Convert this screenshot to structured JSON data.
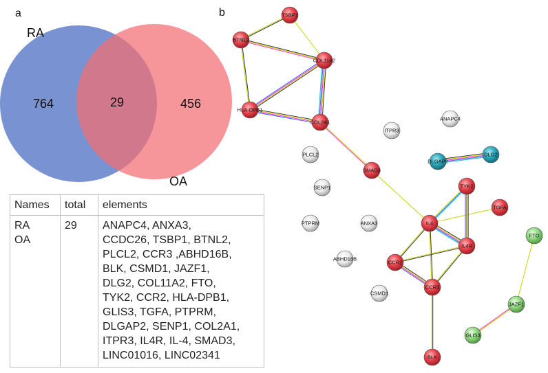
{
  "panels": {
    "left": "a",
    "right": "b"
  },
  "venn": {
    "set_a": {
      "label": "RA",
      "count": "764",
      "color": "#6a86cc"
    },
    "set_b": {
      "label": "OA",
      "count": "456",
      "color": "#f36d73"
    },
    "intersection": {
      "count": "29",
      "color": "#b8496a"
    }
  },
  "table": {
    "headers": [
      "Names",
      "total",
      "elements"
    ],
    "row": {
      "names": [
        "RA",
        "OA"
      ],
      "total": "29",
      "element_lines": [
        "ANAPC4, ANXA3,",
        "CCDC26, TSBP1, BTNL2,",
        "PLCL2, CCR3 ,ABHD16B,",
        "BLK, CSMD1, JAZF1,",
        "DLG2, COL11A2, FTO,",
        "TYK2, CCR2, HLA-DPB1,",
        "GLIS3, TGFA, PTPRM,",
        "DLGAP2, SENP1, COL2A1,",
        "ITPR3, IL4R, IL-4, SMAD3,",
        "LINC01016, LINC02341"
      ]
    }
  },
  "network": {
    "colors": {
      "red": "#e4404a",
      "white": "#e8e8e8",
      "teal": "#2aa5b8",
      "green": "#8fd47f"
    },
    "nodes": [
      {
        "id": "TSBP1",
        "color": "red"
      },
      {
        "id": "BTNL2",
        "color": "red"
      },
      {
        "id": "COL11A2",
        "color": "red"
      },
      {
        "id": "HLA-DPB1",
        "color": "red"
      },
      {
        "id": "COL2A1",
        "color": "red"
      },
      {
        "id": "ITPR3",
        "color": "white"
      },
      {
        "id": "ANAPC4",
        "color": "white"
      },
      {
        "id": "PLCL2",
        "color": "white"
      },
      {
        "id": "DLGAP2",
        "color": "teal"
      },
      {
        "id": "DLG2",
        "color": "teal"
      },
      {
        "id": "SMAD3",
        "color": "red"
      },
      {
        "id": "SENP1",
        "color": "white"
      },
      {
        "id": "TYK2",
        "color": "red"
      },
      {
        "id": "TGFA",
        "color": "red"
      },
      {
        "id": "PTPRM",
        "color": "white"
      },
      {
        "id": "ANXA3",
        "color": "white"
      },
      {
        "id": "IL4",
        "color": "red"
      },
      {
        "id": "FTO",
        "color": "green"
      },
      {
        "id": "IL4R",
        "color": "red"
      },
      {
        "id": "ABHD16B",
        "color": "white"
      },
      {
        "id": "CCR2",
        "color": "red"
      },
      {
        "id": "JAZF1",
        "color": "green"
      },
      {
        "id": "CCR3",
        "color": "red"
      },
      {
        "id": "CSMD1",
        "color": "white"
      },
      {
        "id": "GLIS3",
        "color": "green"
      },
      {
        "id": "BLK",
        "color": "red"
      }
    ],
    "edges": [
      {
        "source": "TSBP1",
        "target": "BTNL2",
        "colors": [
          "#333333",
          "#c8d400"
        ]
      },
      {
        "source": "TSBP1",
        "target": "COL11A2",
        "colors": [
          "#c8d400"
        ]
      },
      {
        "source": "BTNL2",
        "target": "COL11A2",
        "colors": [
          "#333333",
          "#c8d400",
          "#ff33cc"
        ]
      },
      {
        "source": "BTNL2",
        "target": "HLA-DPB1",
        "colors": [
          "#333333",
          "#c8d400"
        ]
      },
      {
        "source": "COL11A2",
        "target": "HLA-DPB1",
        "colors": [
          "#333333",
          "#c8d400",
          "#ff33cc",
          "#3366ff"
        ]
      },
      {
        "source": "COL11A2",
        "target": "COL2A1",
        "colors": [
          "#333333",
          "#c8d400",
          "#ff33cc",
          "#3366ff",
          "#20c0c0"
        ]
      },
      {
        "source": "HLA-DPB1",
        "target": "COL2A1",
        "colors": [
          "#333333",
          "#c8d400",
          "#ff33cc",
          "#3366ff"
        ]
      },
      {
        "source": "COL2A1",
        "target": "SMAD3",
        "colors": [
          "#c8d400",
          "#ff33cc"
        ]
      },
      {
        "source": "SMAD3",
        "target": "IL4",
        "colors": [
          "#c8d400"
        ]
      },
      {
        "source": "DLGAP2",
        "target": "DLG2",
        "colors": [
          "#333333",
          "#c8d400",
          "#ff33cc",
          "#3366ff",
          "#20c0c0"
        ]
      },
      {
        "source": "IL4",
        "target": "TYK2",
        "colors": [
          "#c8d400",
          "#3366ff",
          "#20c0c0"
        ]
      },
      {
        "source": "IL4",
        "target": "TGFA",
        "colors": [
          "#c8d400"
        ]
      },
      {
        "source": "IL4",
        "target": "IL4R",
        "colors": [
          "#333333",
          "#c8d400",
          "#ff33cc",
          "#3366ff",
          "#20c0c0"
        ]
      },
      {
        "source": "IL4",
        "target": "CCR2",
        "colors": [
          "#333333",
          "#c8d400"
        ]
      },
      {
        "source": "IL4",
        "target": "CCR3",
        "colors": [
          "#333333",
          "#c8d400"
        ]
      },
      {
        "source": "TYK2",
        "target": "IL4R",
        "colors": [
          "#333333",
          "#c8d400",
          "#ff33cc",
          "#3366ff"
        ]
      },
      {
        "source": "IL4R",
        "target": "CCR2",
        "colors": [
          "#333333",
          "#c8d400"
        ]
      },
      {
        "source": "IL4R",
        "target": "CCR3",
        "colors": [
          "#333333",
          "#c8d400"
        ]
      },
      {
        "source": "CCR2",
        "target": "CCR3",
        "colors": [
          "#333333",
          "#c8d400",
          "#ff33cc",
          "#3366ff"
        ]
      },
      {
        "source": "CCR3",
        "target": "BLK",
        "colors": [
          "#333333",
          "#c8d400"
        ]
      },
      {
        "source": "FTO",
        "target": "JAZF1",
        "colors": [
          "#c8d400"
        ]
      },
      {
        "source": "JAZF1",
        "target": "GLIS3",
        "colors": [
          "#c8d400",
          "#ff33cc"
        ]
      }
    ]
  }
}
